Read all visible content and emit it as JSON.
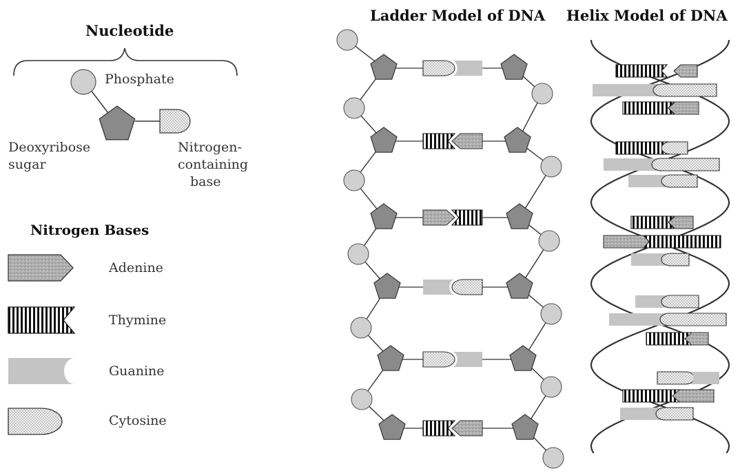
{
  "nucleotide": {
    "title": "Nucleotide",
    "phosphate_label": "Phosphate",
    "sugar_label_line1": "Deoxyribose",
    "sugar_label_line2": "sugar",
    "base_label_line1": "Nitrogen-",
    "base_label_line2": "containing",
    "base_label_line3": "base"
  },
  "bases": {
    "title": "Nitrogen Bases",
    "items": [
      {
        "label": "Adenine",
        "icon": "adenine-icon"
      },
      {
        "label": "Thymine",
        "icon": "thymine-icon"
      },
      {
        "label": "Guanine",
        "icon": "guanine-icon"
      },
      {
        "label": "Cytosine",
        "icon": "cytosine-icon"
      }
    ]
  },
  "ladder": {
    "title": "Ladder Model of DNA",
    "pairs": [
      {
        "left": "C",
        "right": "G"
      },
      {
        "left": "T",
        "right": "A"
      },
      {
        "left": "A",
        "right": "T"
      },
      {
        "left": "G",
        "right": "C"
      },
      {
        "left": "C",
        "right": "G"
      },
      {
        "left": "T",
        "right": "A"
      }
    ]
  },
  "helix": {
    "title": "Helix Model of DNA",
    "pairs": [
      {
        "left": "T",
        "right": "A"
      },
      {
        "left": "G",
        "right": "C"
      },
      {
        "left": "T",
        "right": "A"
      },
      {
        "left": "T",
        "right": "C"
      },
      {
        "left": "G",
        "right": "C"
      },
      {
        "left": "G",
        "right": "C"
      },
      {
        "left": "T",
        "right": "A"
      },
      {
        "left": "A",
        "right": "T"
      },
      {
        "left": "G",
        "right": "C"
      },
      {
        "left": "G",
        "right": "C"
      },
      {
        "left": "G",
        "right": "C"
      },
      {
        "left": "T",
        "right": "A"
      },
      {
        "left": "C",
        "right": "G"
      },
      {
        "left": "T",
        "right": "A"
      },
      {
        "left": "G",
        "right": "C"
      }
    ]
  },
  "colors": {
    "phosphate": "#d0d0d0",
    "sugar": "#8a8a8a",
    "adenine": "#b5b5b5",
    "guanine": "#c4c4c4",
    "line": "#333333"
  }
}
